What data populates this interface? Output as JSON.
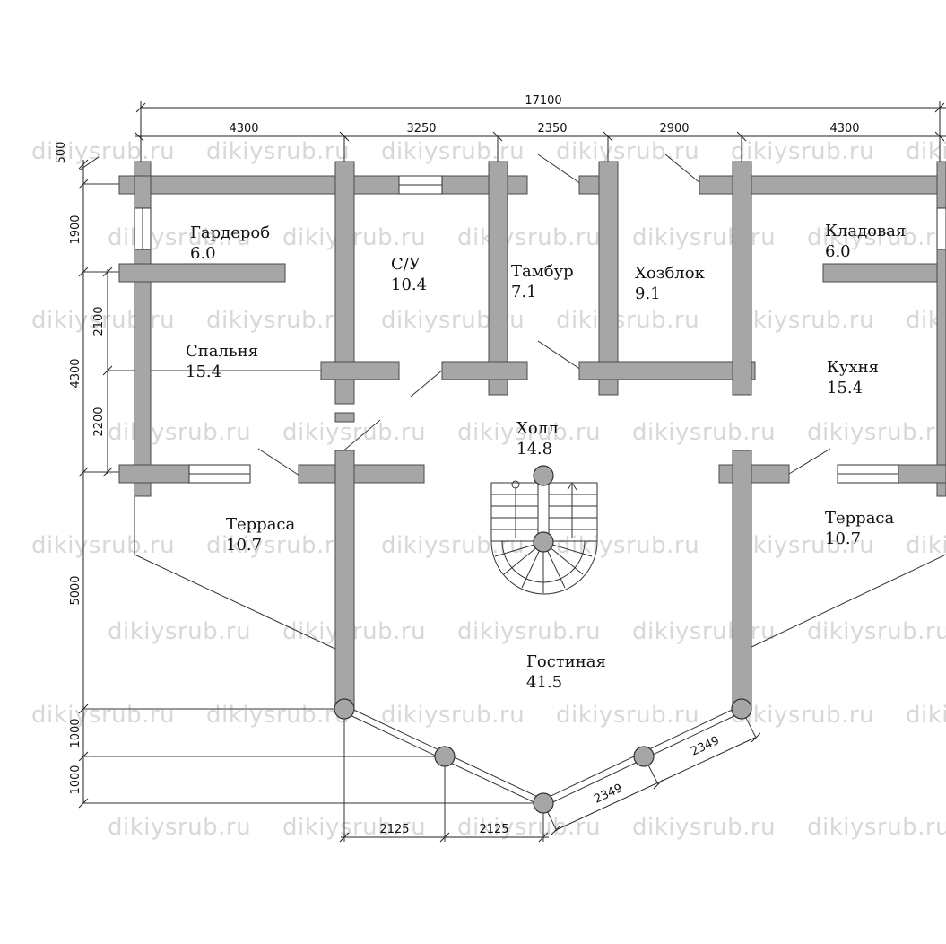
{
  "watermark": "dikiysrub.ru",
  "dimensions": {
    "overall": "17100",
    "top": [
      "4300",
      "3250",
      "2350",
      "2900",
      "4300"
    ],
    "left": [
      "500",
      "1900",
      "2100",
      "4300",
      "2200",
      "5000",
      "1000",
      "1000"
    ],
    "bottom": [
      "2125",
      "2125",
      "2349",
      "2349"
    ]
  },
  "rooms": [
    {
      "name": "Гардероб",
      "area": "6.0"
    },
    {
      "name": "С/У",
      "area": "10.4"
    },
    {
      "name": "Тамбур",
      "area": "7.1"
    },
    {
      "name": "Хозблок",
      "area": "9.1"
    },
    {
      "name": "Кладовая",
      "area": "6.0"
    },
    {
      "name": "Спальня",
      "area": "15.4"
    },
    {
      "name": "Кухня",
      "area": "15.4"
    },
    {
      "name": "Холл",
      "area": "14.8"
    },
    {
      "name": "Терраса",
      "area": "10.7"
    },
    {
      "name": "Терраса",
      "area": "10.7"
    },
    {
      "name": "Гостиная",
      "area": "41.5"
    }
  ]
}
